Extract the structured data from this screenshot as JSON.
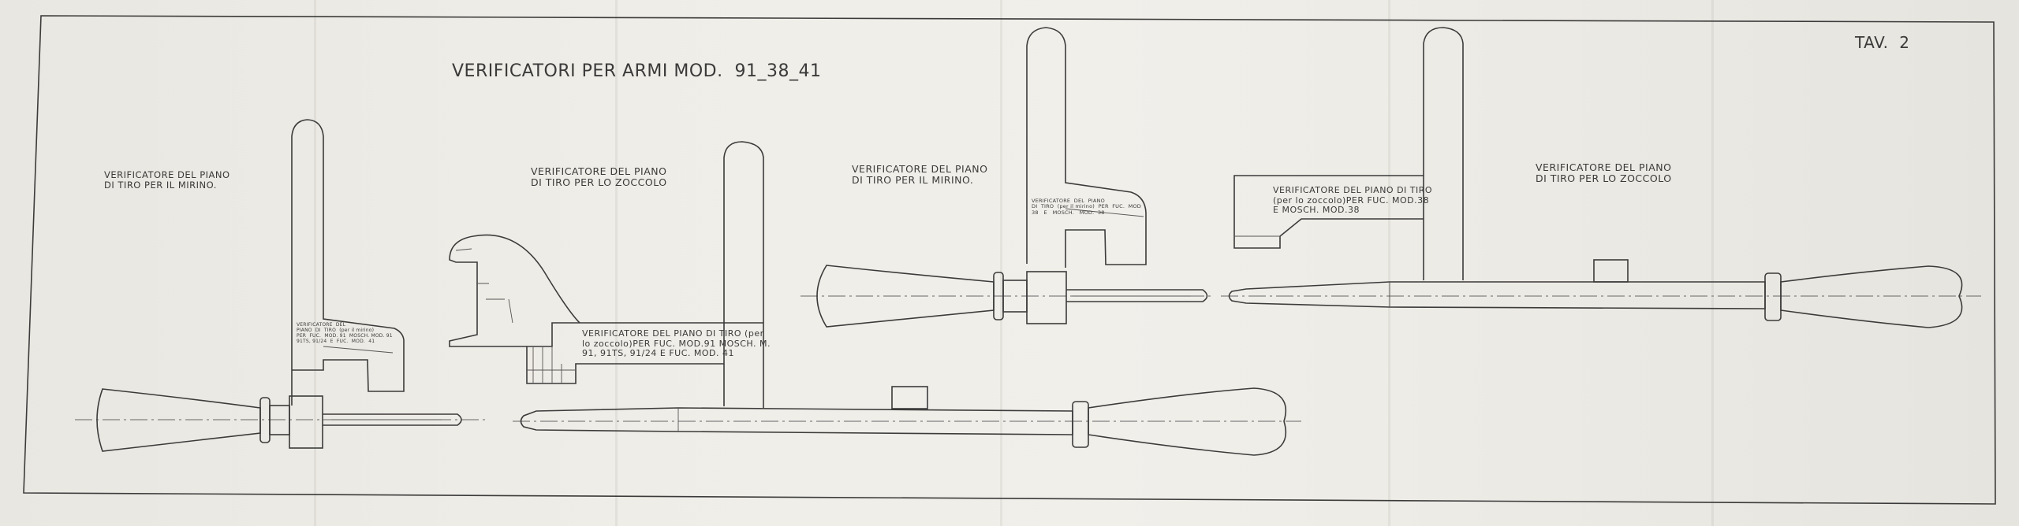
{
  "sheet": {
    "title": "VERIFICATORI PER ARMI MOD.  91_38_41",
    "plate_number": "TAV.  2"
  },
  "labels": {
    "gauge_1": "VERIFICATORE DEL PIANO\nDI TIRO PER IL MIRINO.",
    "gauge_2": "VERIFICATORE DEL PIANO\nDI TIRO PER LO ZOCCOLO",
    "gauge_3": "VERIFICATORE DEL PIANO\nDI TIRO PER IL MIRINO.",
    "gauge_4": "VERIFICATORE DEL PIANO\nDI TIRO PER LO ZOCCOLO",
    "gauge_2_detail": "VERIFICATORE DEL PIANO DI TIRO (per\nlo zoccolo)PER FUC. MOD.91 MOSCH. M.\n91, 91TS, 91/24 E FUC. MOD. 41",
    "gauge_4_detail": "VERIFICATORE DEL PIANO DI TIRO\n(per lo zoccolo)PER FUC. MOD.38\nE MOSCH. MOD.38",
    "gauge_1_engraving": "VERIFICATORE  DEL\nPIANO  DI  TIRO  (per il mirino)\nPER  FUC.  MOD. 91  MOSCH. MOD. 91\n91TS, 91/24  E  FUC.  MOD.  41",
    "gauge_3_engraving": "VERIFICATORE  DEL  PIANO\nDI  TIRO  (per il mirino)  PER  FUC.  MOD\n38   E   MOSCH.   MOD.  38"
  }
}
